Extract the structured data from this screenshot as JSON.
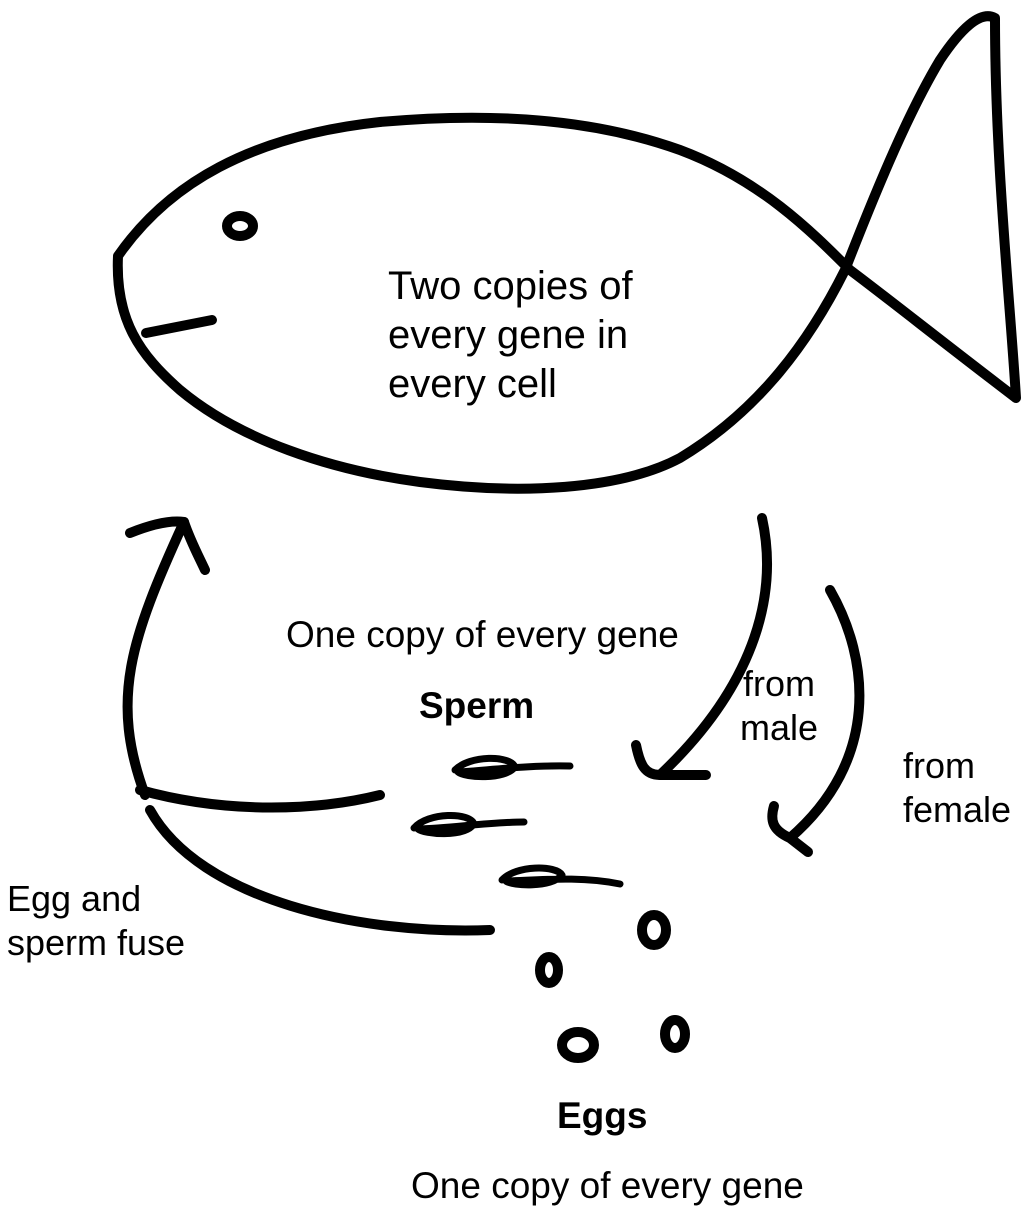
{
  "fish": {
    "label_lines": [
      "Two copies of",
      "every gene in",
      "every cell"
    ]
  },
  "sperm": {
    "title": "Sperm",
    "description": "One copy of every gene",
    "source_lines": [
      "from",
      "male"
    ]
  },
  "eggs": {
    "title": "Eggs",
    "description": "One copy of every gene",
    "source_lines": [
      "from",
      "female"
    ]
  },
  "fusion": {
    "label_lines": [
      "Egg and",
      "sperm fuse"
    ]
  },
  "colors": {
    "stroke": "#000000",
    "background": "#ffffff"
  }
}
